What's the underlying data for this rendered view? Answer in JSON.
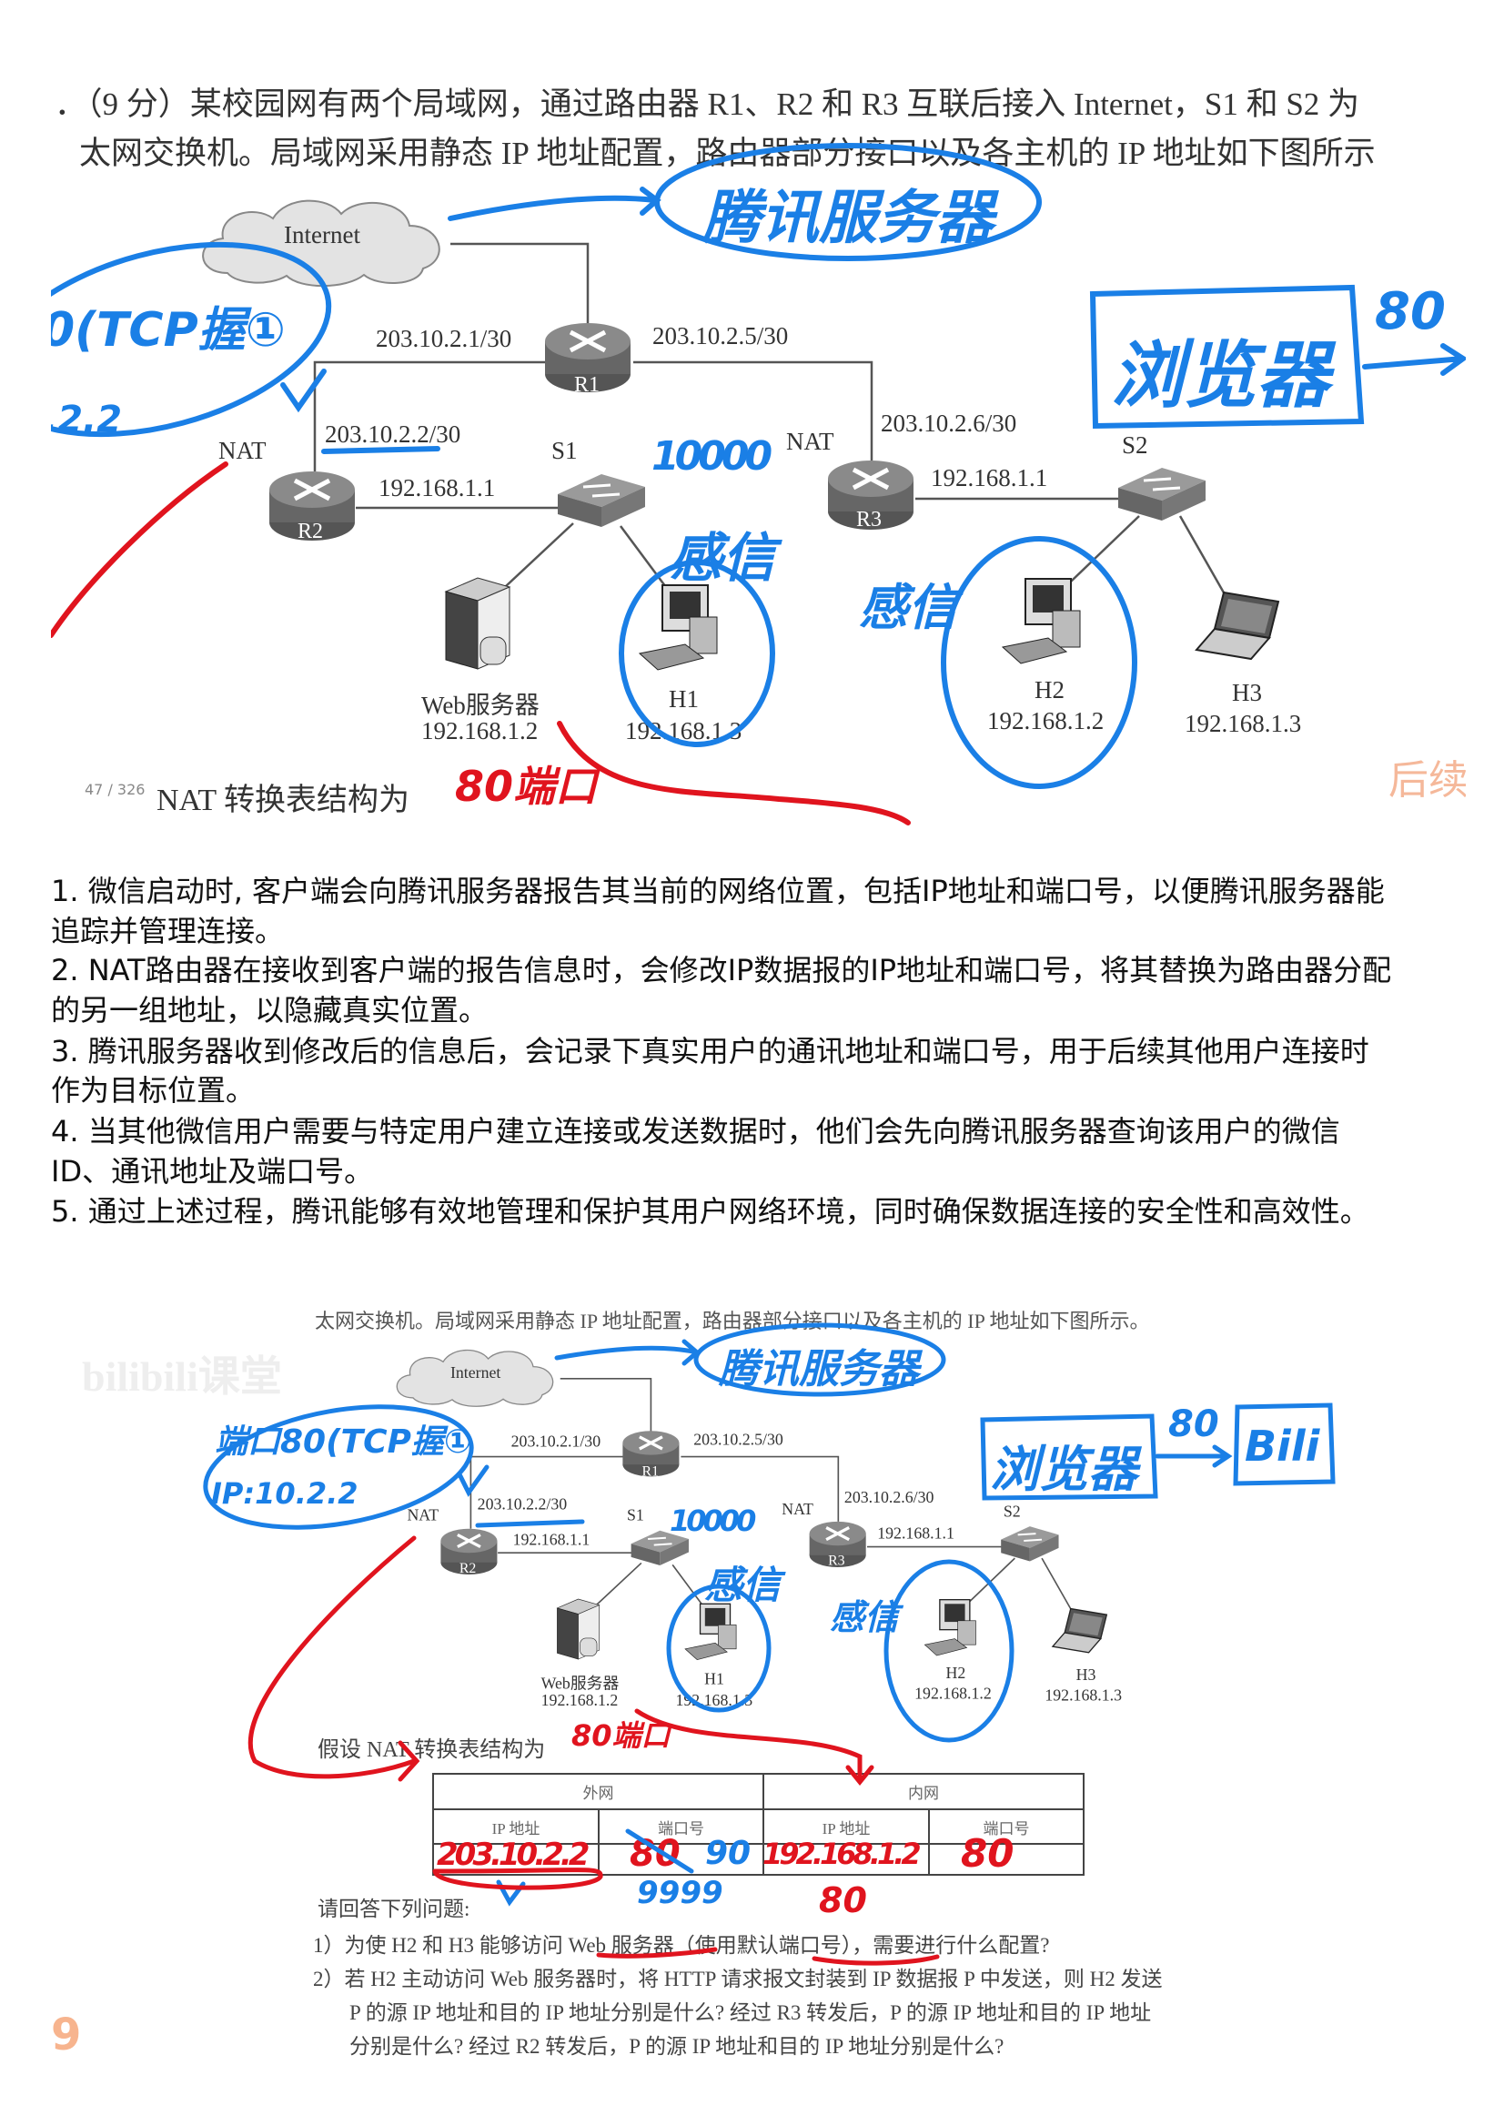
{
  "top_image": {
    "header_line1": "．（9 分）某校园网有两个局域网，通过路由器 R1、R2 和 R3 互联后接入 Internet，S1 和 S2 为",
    "header_line2": "太网交换机。局域网采用静态 IP 地址配置，路由器部分接口以及各主机的 IP 地址如下图所示",
    "page_indicator": "47 / 326",
    "nat_caption": "NAT 转换表结构为",
    "continue_label": "后续",
    "annotations": {
      "tencent_server": "腾讯服务器",
      "browser": "浏览器",
      "port_80": "80",
      "tcp_handshake": "0(TCP握①",
      "ip_fragment": ".2.2",
      "port_10000": "10000",
      "wechat_1": "感信",
      "wechat_2": "感信",
      "port_80_red": "80端口"
    }
  },
  "network": {
    "internet": "Internet",
    "r1": "R1",
    "r2": "R2",
    "r3": "R3",
    "s1": "S1",
    "s2": "S2",
    "r1_r2_ip": "203.10.2.1/30",
    "r1_r3_ip": "203.10.2.5/30",
    "r2_wan_ip": "203.10.2.2/30",
    "r3_wan_ip": "203.10.2.6/30",
    "nat_r2": "NAT",
    "nat_r3": "NAT",
    "r2_lan_ip": "192.168.1.1",
    "r3_lan_ip": "192.168.1.1",
    "web_server": "Web服务器",
    "web_server_ip": "192.168.1.2",
    "h1": "H1",
    "h1_ip": "192.168.1.3",
    "h2": "H2",
    "h2_ip": "192.168.1.2",
    "h3": "H3",
    "h3_ip": "192.168.1.3"
  },
  "explanation": [
    "1. 微信启动时, 客户端会向腾讯服务器报告其当前的网络位置，包括IP地址和端口号，以便腾讯服务器能",
    "追踪并管理连接。",
    "2. NAT路由器在接收到客户端的报告信息时，会修改IP数据报的IP地址和端口号，将其替换为路由器分配",
    "的另一组地址，以隐藏真实位置。",
    "3. 腾讯服务器收到修改后的信息后，会记录下真实用户的通讯地址和端口号，用于后续其他用户连接时",
    "作为目标位置。",
    "4. 当其他微信用户需要与特定用户建立连接或发送数据时，他们会先向腾讯服务器查询该用户的微信",
    "ID、通讯地址及端口号。",
    "5. 通过上述过程，腾讯能够有效地管理和保护其用户网络环境，同时确保数据连接的安全性和高效性。"
  ],
  "bottom_image": {
    "header_line": "太网交换机。局域网采用静态 IP 地址配置，路由器部分接口以及各主机的 IP 地址如下图所示。",
    "watermark": "bilibili课堂",
    "nat_caption": "假设 NAT 转换表结构为",
    "table": {
      "group_headers": [
        "外网",
        "内网"
      ],
      "column_headers": [
        "IP 地址",
        "端口号",
        "IP 地址",
        "端口号"
      ],
      "row": {
        "wan_ip": "203.10.2.2",
        "wan_port_old": "80",
        "wan_port_new": "90",
        "lan_ip": "192.168.1.2",
        "lan_port": "80"
      }
    },
    "below_table": {
      "port_9999": "9999",
      "port_80": "80"
    },
    "questions_title": "请回答下列问题:",
    "q1": "1）为使 H2 和 H3 能够访问 Web 服务器（使用默认端口号），需要进行什么配置?",
    "q2_line1": "2）若 H2 主动访问 Web 服务器时，将 HTTP 请求报文封装到 IP 数据报 P 中发送，则 H2 发送",
    "q2_line2": "P 的源 IP 地址和目的 IP 地址分别是什么? 经过 R3 转发后，P 的源 IP 地址和目的 IP 地址",
    "q2_line3": "分别是什么? 经过 R2 转发后，P 的源 IP 地址和目的 IP 地址分别是什么?",
    "page_number": "9",
    "annotations": {
      "tencent_server": "腾讯服务器",
      "browser": "浏览器",
      "port_80": "80",
      "bili": "Bili",
      "port_tcp": "端口80(TCP握①",
      "ip_note": "IP:10.2.2",
      "port_10000": "10000",
      "wechat_1": "感信",
      "wechat_2": "感信",
      "port_80_red": "80端口"
    }
  }
}
